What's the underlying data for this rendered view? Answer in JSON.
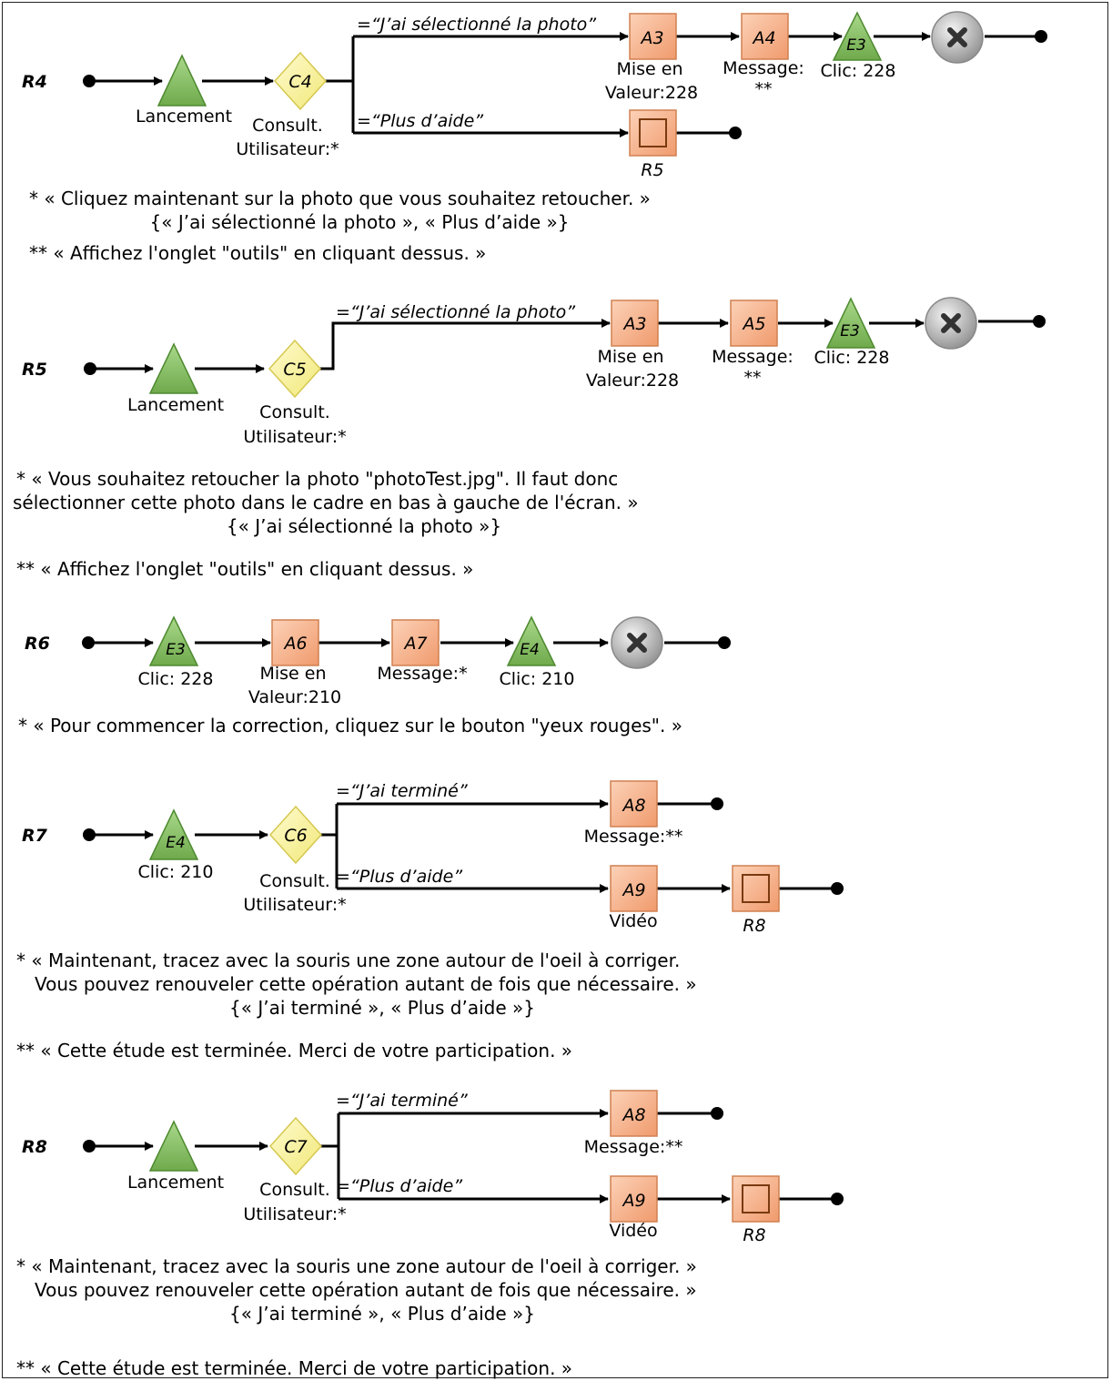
{
  "colors": {
    "triangle_fill": "#8cc26a",
    "triangle_stroke": "#4e8a30",
    "action_fill": "#f7b48f",
    "action_stroke": "#d08050",
    "condition_fill": "#fbf6a0",
    "condition_stroke": "#d6c850",
    "end_fill": "#b7b7b7",
    "end_stroke": "#888888",
    "line": "#000000"
  },
  "r4": {
    "row_label": "R4",
    "launch": "Lancement",
    "cond_id": "C4",
    "cond_label_1": "Consult.",
    "cond_label_2": "Utilisateur:*",
    "branch1": "=“J’ai sélectionné la photo”",
    "branch2": "=“Plus d’aide”",
    "a3": "A3",
    "a3_label_1": "Mise en",
    "a3_label_2": "Valeur:228",
    "a4": "A4",
    "a4_label_1": "Message:",
    "a4_label_2": "**",
    "e3": "E3",
    "e3_label": "Clic: 228",
    "r5_link": "R5",
    "note1": "* « Cliquez maintenant sur la photo que vous souhaitez retoucher. »",
    "note1b": "{« J’ai sélectionné la photo », « Plus d’aide »}",
    "note2": "** « Affichez l'onglet \"outils\" en cliquant dessus. »"
  },
  "r5": {
    "row_label": "R5",
    "launch": "Lancement",
    "cond_id": "C5",
    "cond_label_1": "Consult.",
    "cond_label_2": "Utilisateur:*",
    "branch1": "=“J’ai sélectionné la photo”",
    "a3": "A3",
    "a3_label_1": "Mise en",
    "a3_label_2": "Valeur:228",
    "a5": "A5",
    "a5_label_1": "Message:",
    "a5_label_2": "**",
    "e3": "E3",
    "e3_label": "Clic: 228",
    "note1": "* « Vous souhaitez retoucher la photo \"photoTest.jpg\".  Il faut donc",
    "note1b": "sélectionner  cette photo dans le cadre en bas à gauche de l'écran. »",
    "note1c": "{« J’ai sélectionné la photo »}",
    "note2": "** « Affichez l'onglet \"outils\" en cliquant dessus. »"
  },
  "r6": {
    "row_label": "R6",
    "e3": "E3",
    "e3_label": "Clic: 228",
    "a6": "A6",
    "a6_label_1": "Mise en",
    "a6_label_2": "Valeur:210",
    "a7": "A7",
    "a7_label": "Message:*",
    "e4": "E4",
    "e4_label": "Clic: 210",
    "note1": "* « Pour commencer la correction, cliquez sur le bouton \"yeux rouges\". »"
  },
  "r7": {
    "row_label": "R7",
    "e4": "E4",
    "e4_label": "Clic: 210",
    "cond_id": "C6",
    "cond_label_1": "Consult.",
    "cond_label_2": "Utilisateur:*",
    "branch1": "=“J’ai terminé”",
    "branch2": "=“Plus d’aide”",
    "a8": "A8",
    "a8_label": "Message:**",
    "a9": "A9",
    "a9_label": "Vidéo",
    "r8_link": "R8",
    "note1": "* « Maintenant, tracez avec la souris une zone autour de l'oeil à corriger.",
    "note1b": "Vous pouvez renouveler cette opération autant de fois que nécessaire. »",
    "note1c": "{« J’ai terminé », « Plus d’aide »}",
    "note2": "** « Cette étude est terminée. Merci de votre participation. »"
  },
  "r8": {
    "row_label": "R8",
    "launch": "Lancement",
    "cond_id": "C7",
    "cond_label_1": "Consult.",
    "cond_label_2": "Utilisateur:*",
    "branch1": "=“J’ai terminé”",
    "branch2": "=“Plus d’aide”",
    "a8": "A8",
    "a8_label": "Message:**",
    "a9": "A9",
    "a9_label": "Vidéo",
    "r8_link": "R8",
    "note1": "* « Maintenant, tracez avec la souris une zone autour de l'oeil à corriger. »",
    "note1b": "Vous pouvez renouveler cette opération autant de fois que nécessaire. »",
    "note1c": "{« J’ai terminé », « Plus d’aide »}",
    "note2": "** « Cette étude est terminée. Merci de votre participation. »"
  }
}
